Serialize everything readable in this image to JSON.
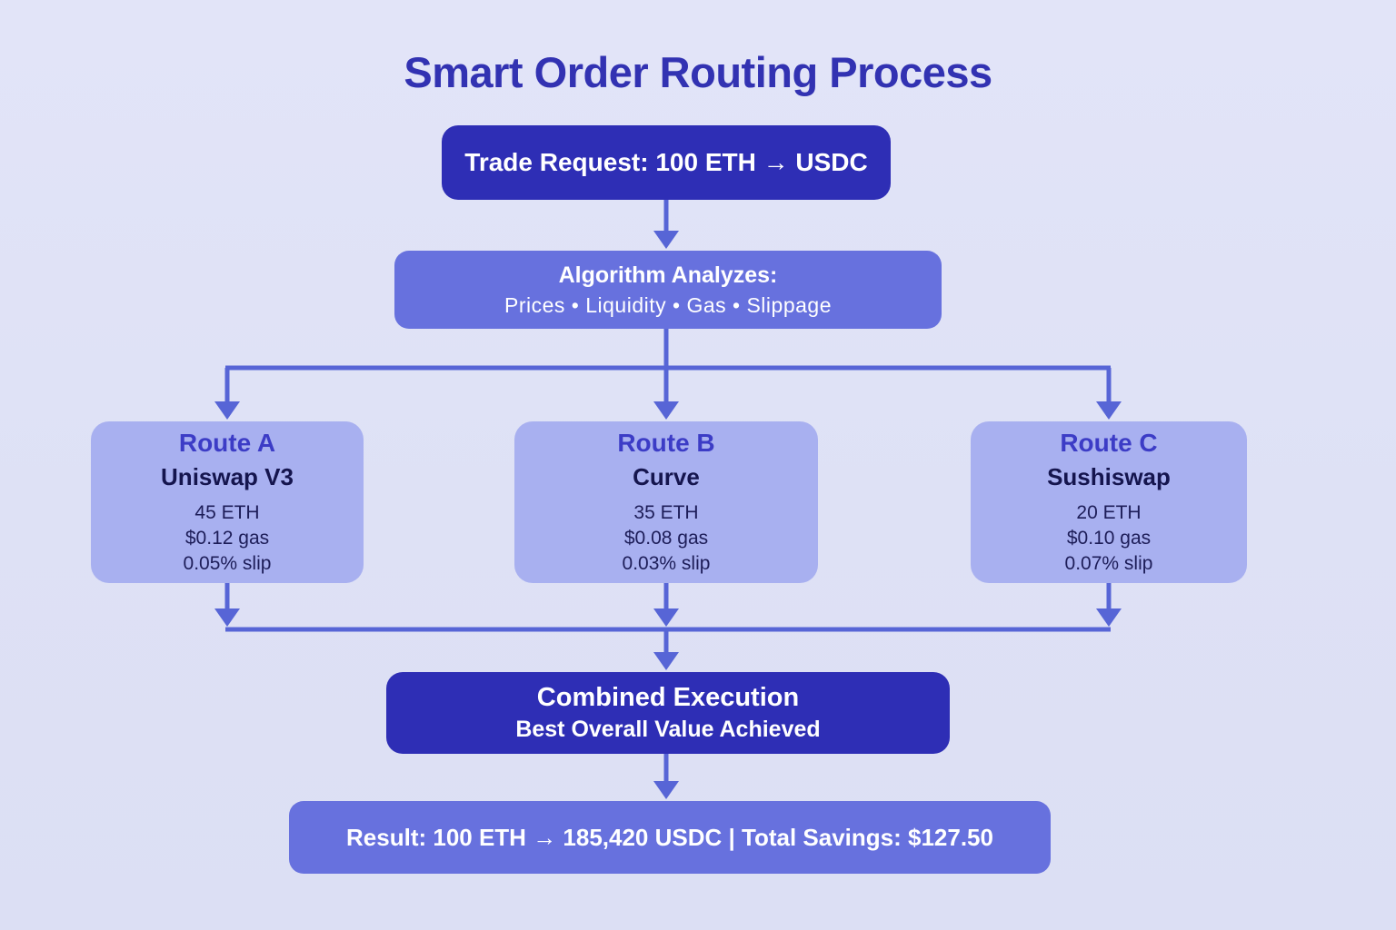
{
  "title": "Smart Order Routing Process",
  "colors": {
    "background": "#dfe1f6",
    "dark_box": "#2e2eb5",
    "medium_box": "#6771de",
    "light_box": "#a8b0f0",
    "connector": "#5765d6",
    "title_text": "#3232b2",
    "route_heading": "#3c3cc6",
    "route_venue": "#15154e",
    "route_text": "#1d1d58",
    "box_text": "#ffffff"
  },
  "nodes": {
    "trade_request": {
      "label": "Trade Request: 100 ETH → USDC"
    },
    "algorithm": {
      "title": "Algorithm Analyzes:",
      "subtitle": "Prices • Liquidity • Gas • Slippage"
    },
    "routes": [
      {
        "name": "Route A",
        "venue": "Uniswap V3",
        "amount": "45 ETH",
        "gas": "$0.12 gas",
        "slippage": "0.05% slip"
      },
      {
        "name": "Route B",
        "venue": "Curve",
        "amount": "35 ETH",
        "gas": "$0.08 gas",
        "slippage": "0.03% slip"
      },
      {
        "name": "Route C",
        "venue": "Sushiswap",
        "amount": "20 ETH",
        "gas": "$0.10 gas",
        "slippage": "0.07% slip"
      }
    ],
    "combined": {
      "title": "Combined Execution",
      "subtitle": "Best Overall Value Achieved"
    },
    "result": {
      "label": "Result: 100 ETH → 185,420 USDC | Total Savings: $127.50"
    }
  }
}
